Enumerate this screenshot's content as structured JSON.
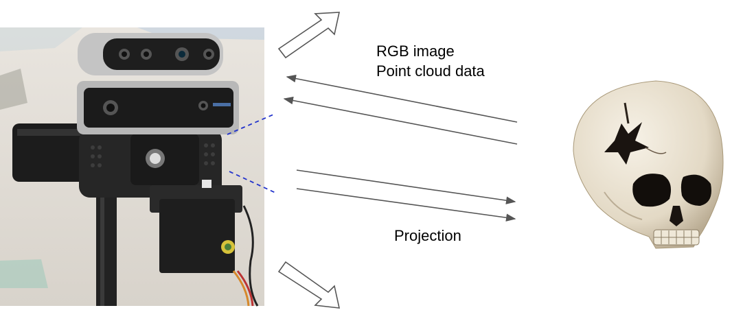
{
  "labels": {
    "rgb": "RGB image",
    "point_cloud": "Point cloud data",
    "projection": "Projection"
  },
  "colors": {
    "arrow": "#555555",
    "dashed": "#2233cc",
    "hollow_arrow": "#555555"
  },
  "icons": {
    "camera_rig": "camera-rig-photo",
    "skull": "skull-photo"
  }
}
